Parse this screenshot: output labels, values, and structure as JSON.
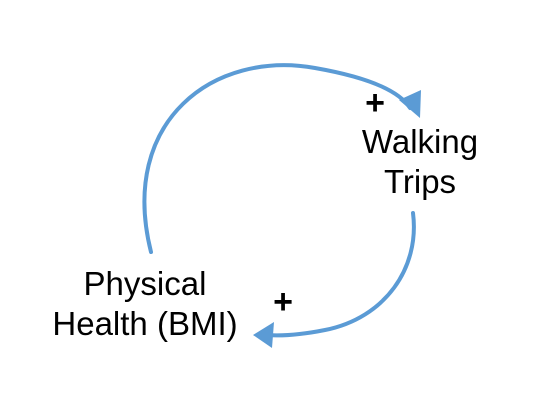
{
  "diagram": {
    "nodes": {
      "walking_trips": {
        "line1": "Walking",
        "line2": "Trips"
      },
      "physical_health": {
        "line1": "Physical",
        "line2": "Health (BMI)"
      }
    },
    "links": [
      {
        "from": "Physical Health (BMI)",
        "to": "Walking Trips",
        "polarity": "+"
      },
      {
        "from": "Walking Trips",
        "to": "Physical Health (BMI)",
        "polarity": "+"
      }
    ],
    "colors": {
      "arrow": "#5B9BD5",
      "text": "#000000"
    }
  }
}
